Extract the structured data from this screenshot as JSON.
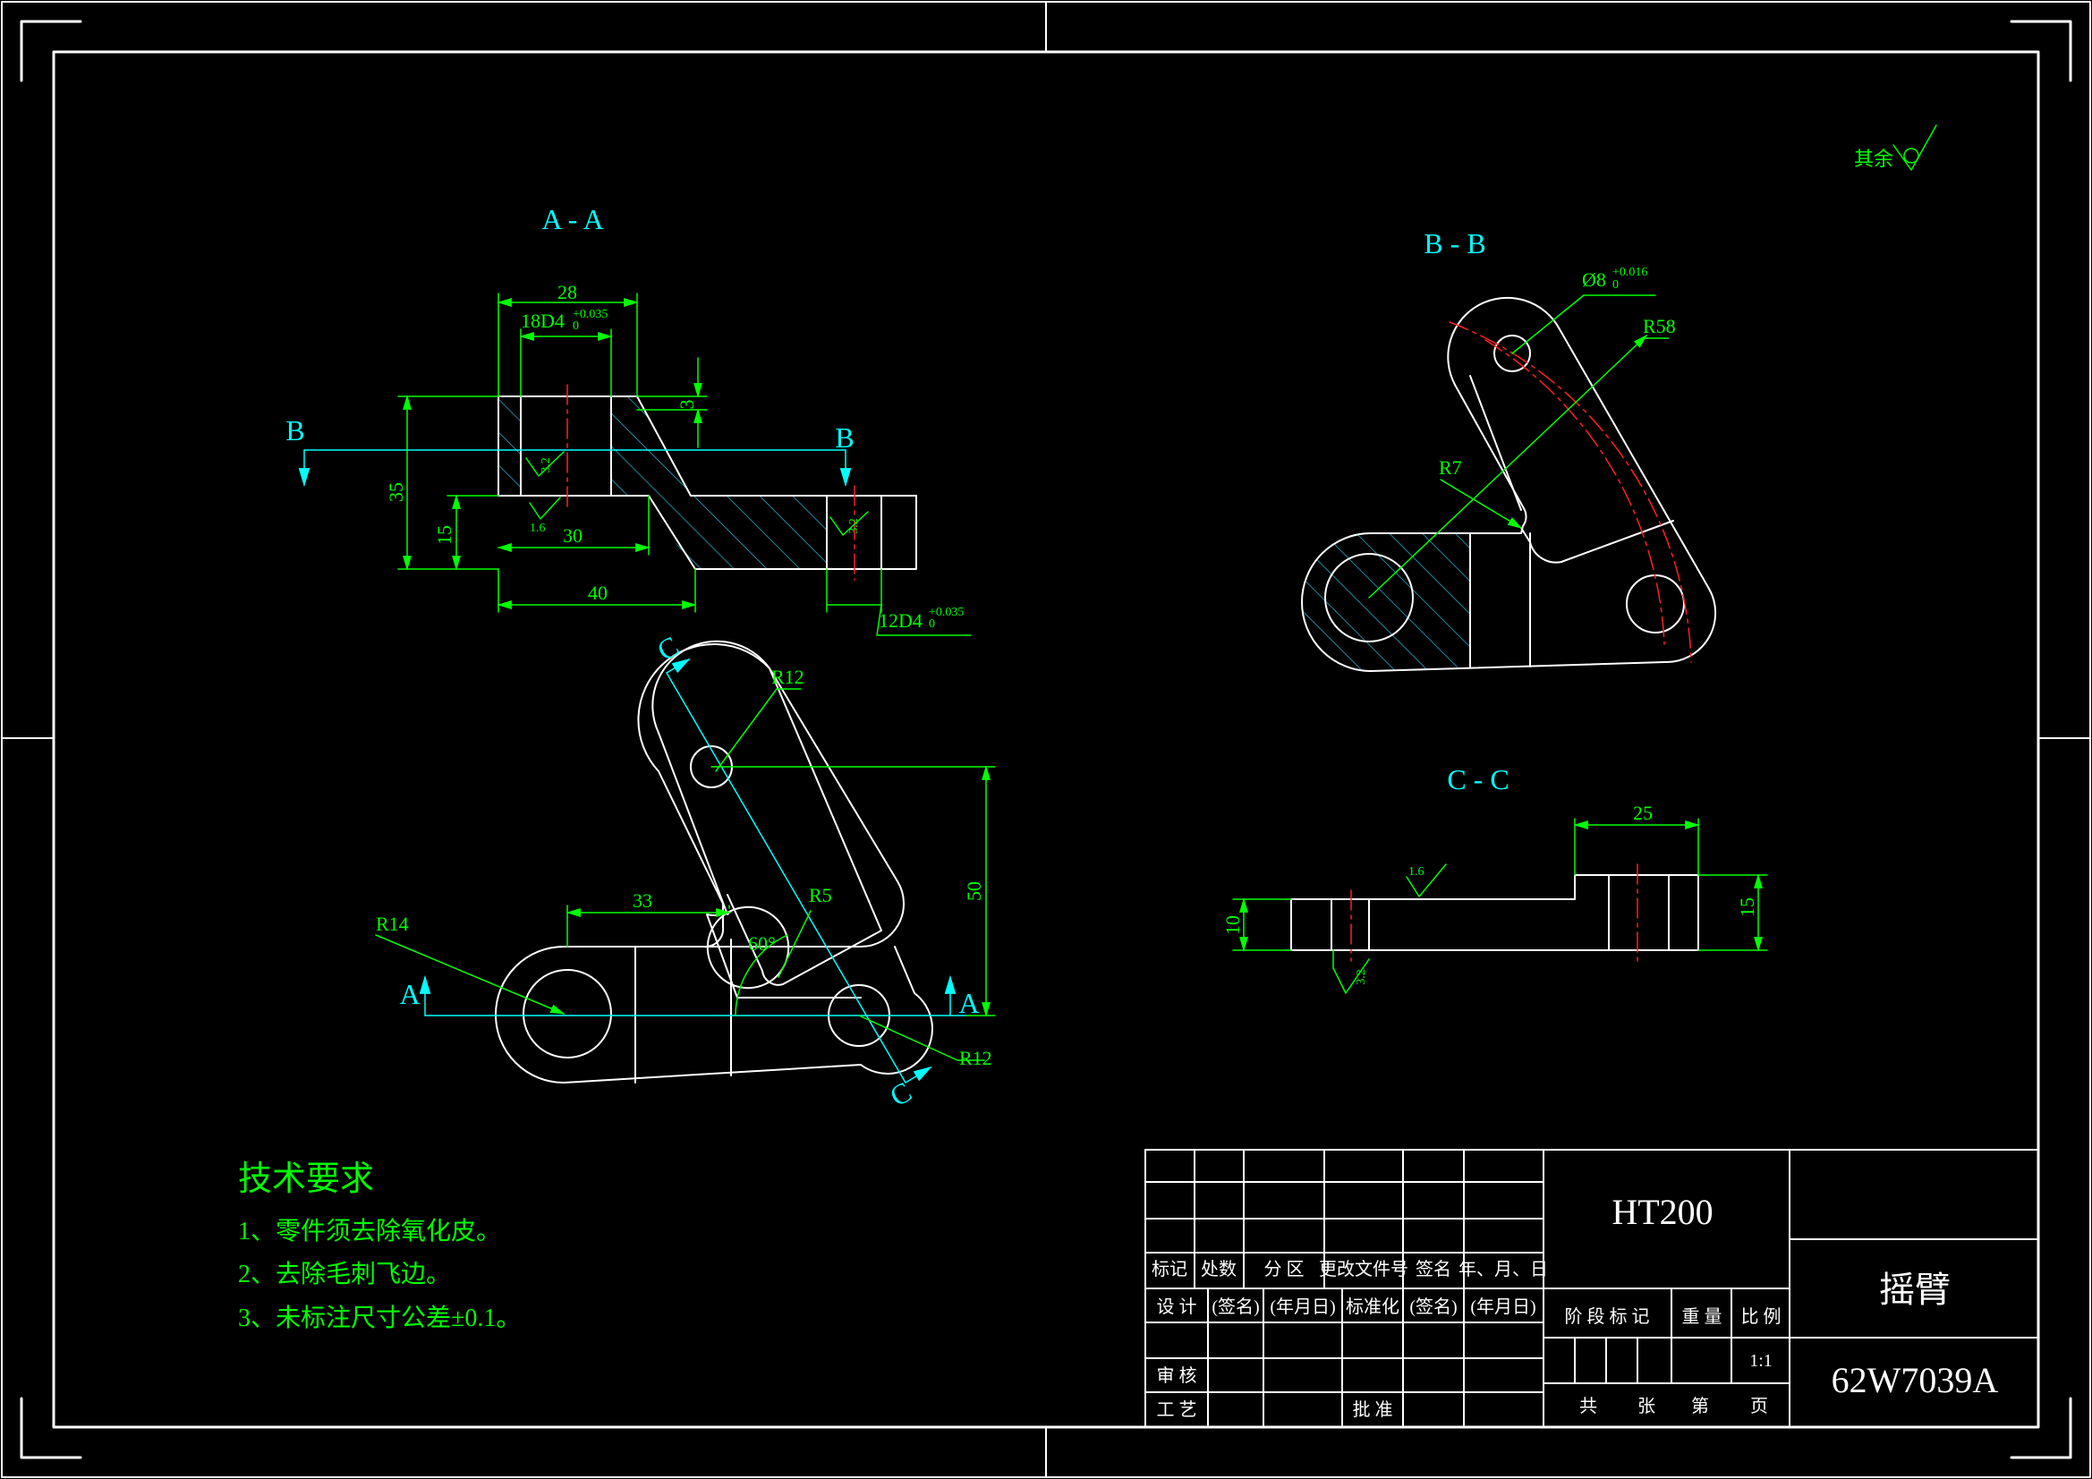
{
  "colors": {
    "background": "#000000",
    "outline": "#ffffff",
    "dimension": "#00ff00",
    "section_mark": "#00ffff",
    "centerline": "#ff2020",
    "hatch": "#2aa6c8"
  },
  "views": {
    "aa": {
      "title": "A - A",
      "dims": {
        "d28": "28",
        "d18": "18D4",
        "d18_tol_upper": "+0.035",
        "d18_tol_lower": "0",
        "d3": "3",
        "d35": "35",
        "d15": "15",
        "d30": "30",
        "d40": "40",
        "d12": "12D4",
        "d12_tol_upper": "+0.035",
        "d12_tol_lower": "0"
      },
      "roughness": {
        "r1": "3.2",
        "r2": "1.6",
        "r3": "3.2"
      },
      "cut_mark_left": "B",
      "cut_mark_right": "B"
    },
    "plan": {
      "dims": {
        "r12_top": "R12",
        "r5": "R5",
        "angle": "60°",
        "d33": "33",
        "d50": "50",
        "r14": "R14",
        "r12_bottom": "R12"
      },
      "cut_mark_a_left": "A",
      "cut_mark_a_right": "A",
      "cut_mark_c_top": "C",
      "cut_mark_c_bottom": "C"
    },
    "bb": {
      "title": "B - B",
      "dims": {
        "hole": "Ø8",
        "hole_tol_upper": "+0.016",
        "hole_tol_lower": "0",
        "r58": "R58",
        "r7": "R7"
      }
    },
    "cc": {
      "title": "C - C",
      "dims": {
        "d25": "25",
        "d10": "10",
        "d15": "15"
      },
      "roughness": {
        "r1": "1.6",
        "r2": "3.2"
      }
    }
  },
  "roughness_note": "其余",
  "tech_requirements": {
    "title": "技术要求",
    "items": [
      "1、零件须去除氧化皮。",
      "2、去除毛刺飞边。",
      "3、未标注尺寸公差±0.1。"
    ]
  },
  "title_block": {
    "material": "HT200",
    "part_name": "摇臂",
    "drawing_number": "62W7039A",
    "scale": "1:1",
    "headers": {
      "mark": "标记",
      "count": "处数",
      "zone": "分 区",
      "change_doc": "更改文件号",
      "signature": "签名",
      "date": "年、月、日"
    },
    "rows": {
      "design": "设 计",
      "sign_placeholder": "(签名)",
      "date_placeholder": "(年月日)",
      "standardize": "标准化",
      "review": "审 核",
      "process": "工 艺",
      "approve": "批 准"
    },
    "stage": {
      "stage_mark": "阶 段 标 记",
      "weight": "重 量",
      "ratio": "比 例",
      "total": "共",
      "sheets": "张",
      "number": "第",
      "page": "页"
    }
  }
}
